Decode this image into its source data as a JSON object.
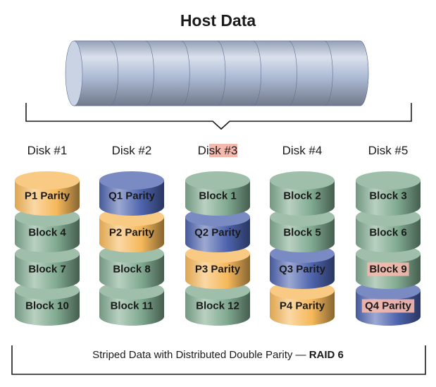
{
  "title": "Host Data",
  "host_data": {
    "segment_count": 8
  },
  "colors": {
    "data": "#7fa98f",
    "p_parity": "#f6b85a",
    "q_parity": "#4d63ad",
    "host": "#aebcd6",
    "highlight": "#f5b8ad"
  },
  "disks": [
    {
      "label_pre": "Disk #1",
      "label_hl": "",
      "highlighted": false,
      "blocks": [
        {
          "label": "P1 Parity",
          "type": "p",
          "highlight": false
        },
        {
          "label": "Block 4",
          "type": "data",
          "highlight": false
        },
        {
          "label": "Block 7",
          "type": "data",
          "highlight": false
        },
        {
          "label": "Block 10",
          "type": "data",
          "highlight": false
        }
      ]
    },
    {
      "label_pre": "Disk #2",
      "label_hl": "",
      "highlighted": false,
      "blocks": [
        {
          "label": "Q1 Parity",
          "type": "q",
          "highlight": false
        },
        {
          "label": "P2 Parity",
          "type": "p",
          "highlight": false
        },
        {
          "label": "Block 8",
          "type": "data",
          "highlight": false
        },
        {
          "label": "Block 11",
          "type": "data",
          "highlight": false
        }
      ]
    },
    {
      "label_pre": "Di",
      "label_hl": "sk #3",
      "highlighted": true,
      "blocks": [
        {
          "label": "Block 1",
          "type": "data",
          "highlight": false
        },
        {
          "label": "Q2 Parity",
          "type": "q",
          "highlight": false
        },
        {
          "label": "P3 Parity",
          "type": "p",
          "highlight": false
        },
        {
          "label": "Block 12",
          "type": "data",
          "highlight": false
        }
      ]
    },
    {
      "label_pre": "Disk #4",
      "label_hl": "",
      "highlighted": false,
      "blocks": [
        {
          "label": "Block 2",
          "type": "data",
          "highlight": false
        },
        {
          "label": "Block 5",
          "type": "data",
          "highlight": false
        },
        {
          "label": "Q3 Parity",
          "type": "q",
          "highlight": false
        },
        {
          "label": "P4 Parity",
          "type": "p",
          "highlight": false
        }
      ]
    },
    {
      "label_pre": "Disk #5",
      "label_hl": "",
      "highlighted": false,
      "blocks": [
        {
          "label": "Block 3",
          "type": "data",
          "highlight": false
        },
        {
          "label": "Block 6",
          "type": "data",
          "highlight": false
        },
        {
          "label": "Block 9",
          "type": "data",
          "highlight": true
        },
        {
          "label": "Q4 Parity",
          "type": "q",
          "highlight": true
        }
      ]
    }
  ],
  "caption": {
    "text": "Striped Data with Distributed Double Parity — ",
    "bold": "RAID 6"
  }
}
